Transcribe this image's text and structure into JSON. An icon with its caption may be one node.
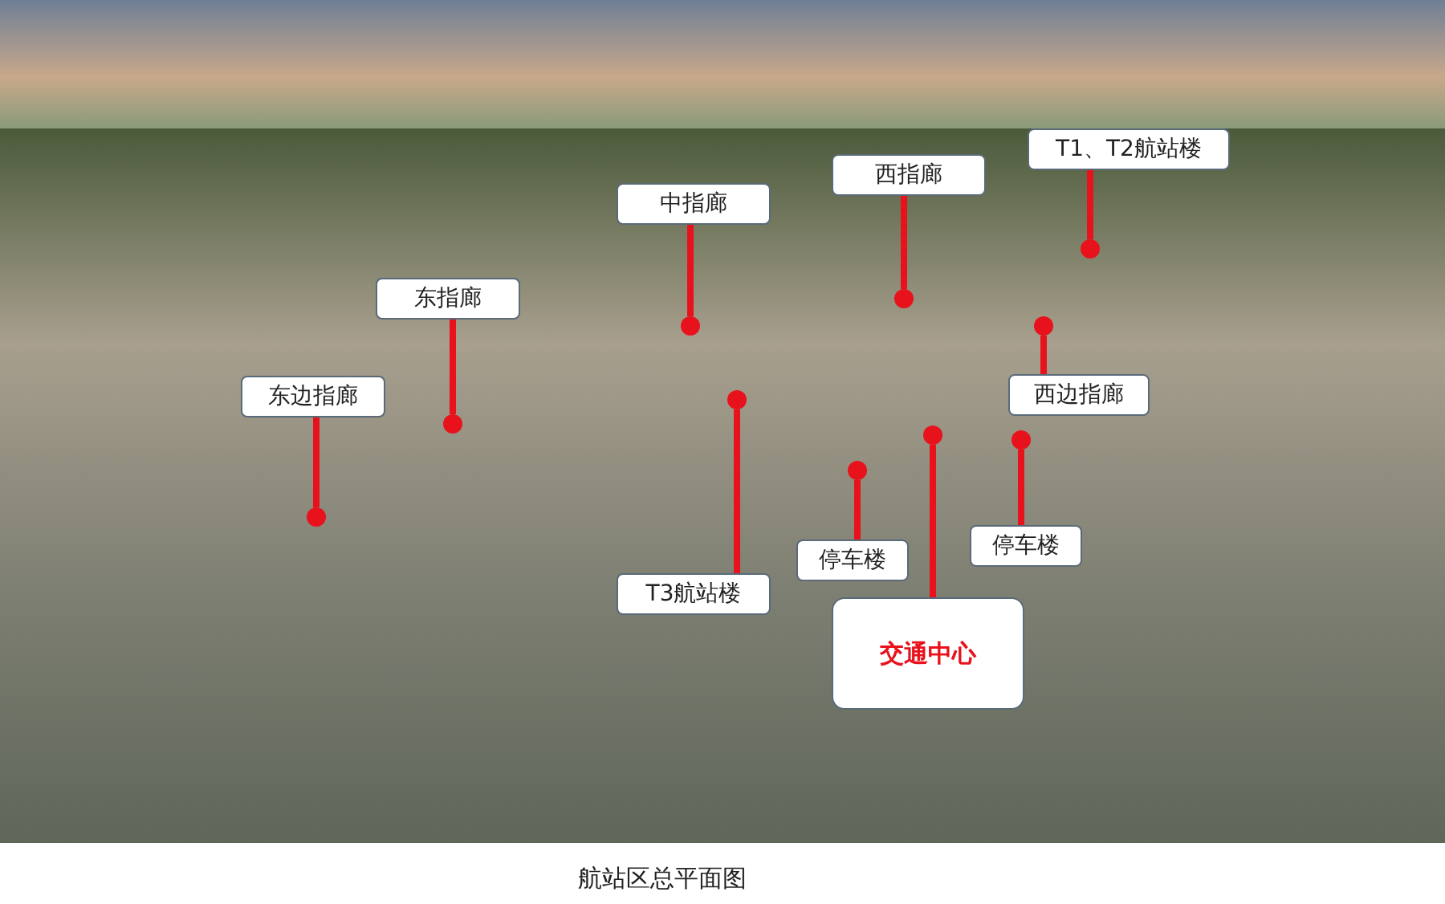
{
  "diagram": {
    "caption": "航站区总平面图",
    "nodes": [
      {
        "text": [
          "东边指廊"
        ]
      },
      {
        "text": [
          "东指廊"
        ]
      },
      {
        "text": [
          "中指廊"
        ]
      },
      {
        "text": [
          "西指廊"
        ]
      },
      {
        "text": [
          "T1、T2航站楼"
        ]
      },
      {
        "text": [
          "西边指廊"
        ]
      },
      {
        "text": [
          "停车楼"
        ]
      },
      {
        "text": [
          "停车楼"
        ]
      },
      {
        "text": [
          "T3航站楼"
        ]
      },
      {
        "text": [
          "交通中心"
        ]
      },
      {
        "text": [],
        "shape": "circle"
      },
      {
        "text": [],
        "shape": "circle"
      },
      {
        "text": [],
        "shape": "circle"
      },
      {
        "text": [],
        "shape": "circle"
      },
      {
        "text": [],
        "shape": "circle"
      },
      {
        "text": [],
        "shape": "circle"
      },
      {
        "text": [],
        "shape": "circle"
      },
      {
        "text": [],
        "shape": "circle"
      },
      {
        "text": [],
        "shape": "circle"
      },
      {
        "text": [],
        "shape": "circle"
      }
    ],
    "edges": [
      {
        "from": 0,
        "to": 10,
        "arrow": "none"
      },
      {
        "from": 1,
        "to": 11,
        "arrow": "none"
      },
      {
        "from": 2,
        "to": 12,
        "arrow": "none"
      },
      {
        "from": 3,
        "to": 13,
        "arrow": "none"
      },
      {
        "from": 4,
        "to": 14,
        "arrow": "none"
      },
      {
        "from": 5,
        "to": 15,
        "arrow": "none"
      },
      {
        "from": 6,
        "to": 16,
        "arrow": "none"
      },
      {
        "from": 7,
        "to": 17,
        "arrow": "none"
      },
      {
        "from": 8,
        "to": 18,
        "arrow": "none"
      },
      {
        "from": 9,
        "to": 19,
        "arrow": "none"
      }
    ]
  }
}
